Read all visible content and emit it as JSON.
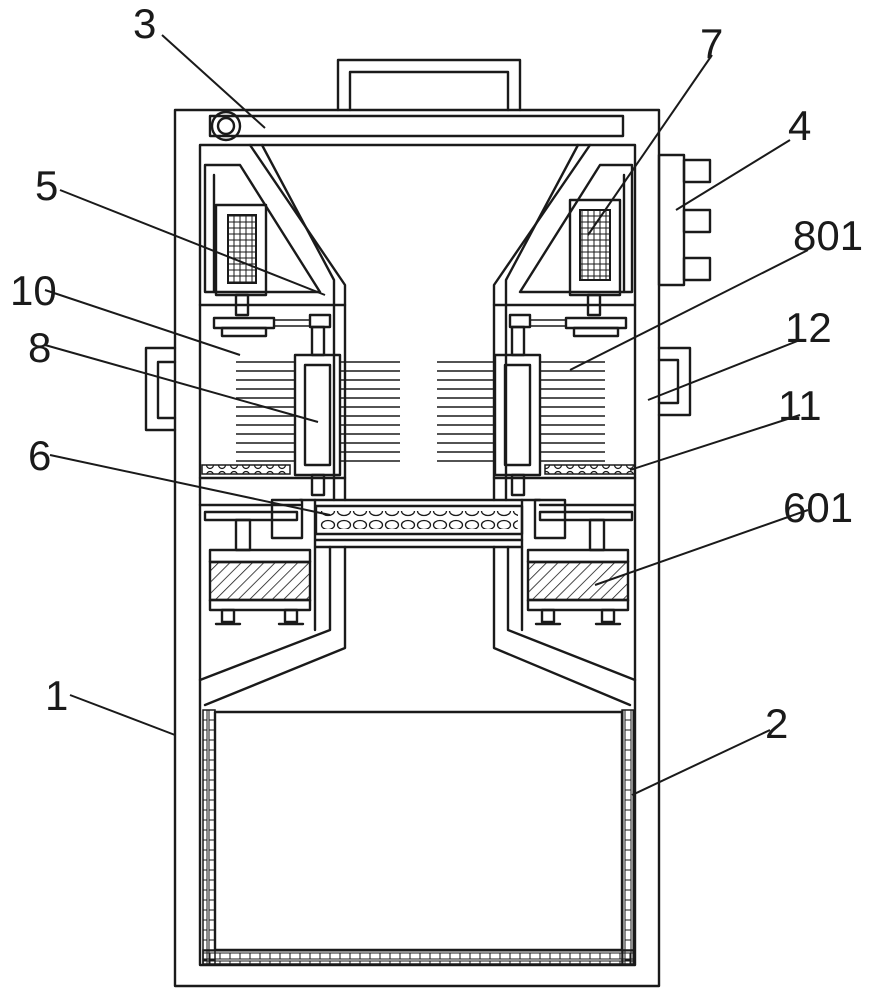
{
  "labels": {
    "l1": "1",
    "l2": "2",
    "l3": "3",
    "l4": "4",
    "l5": "5",
    "l6": "6",
    "l601": "601",
    "l7": "7",
    "l8": "8",
    "l801": "801",
    "l10": "10",
    "l11": "11",
    "l12": "12"
  }
}
